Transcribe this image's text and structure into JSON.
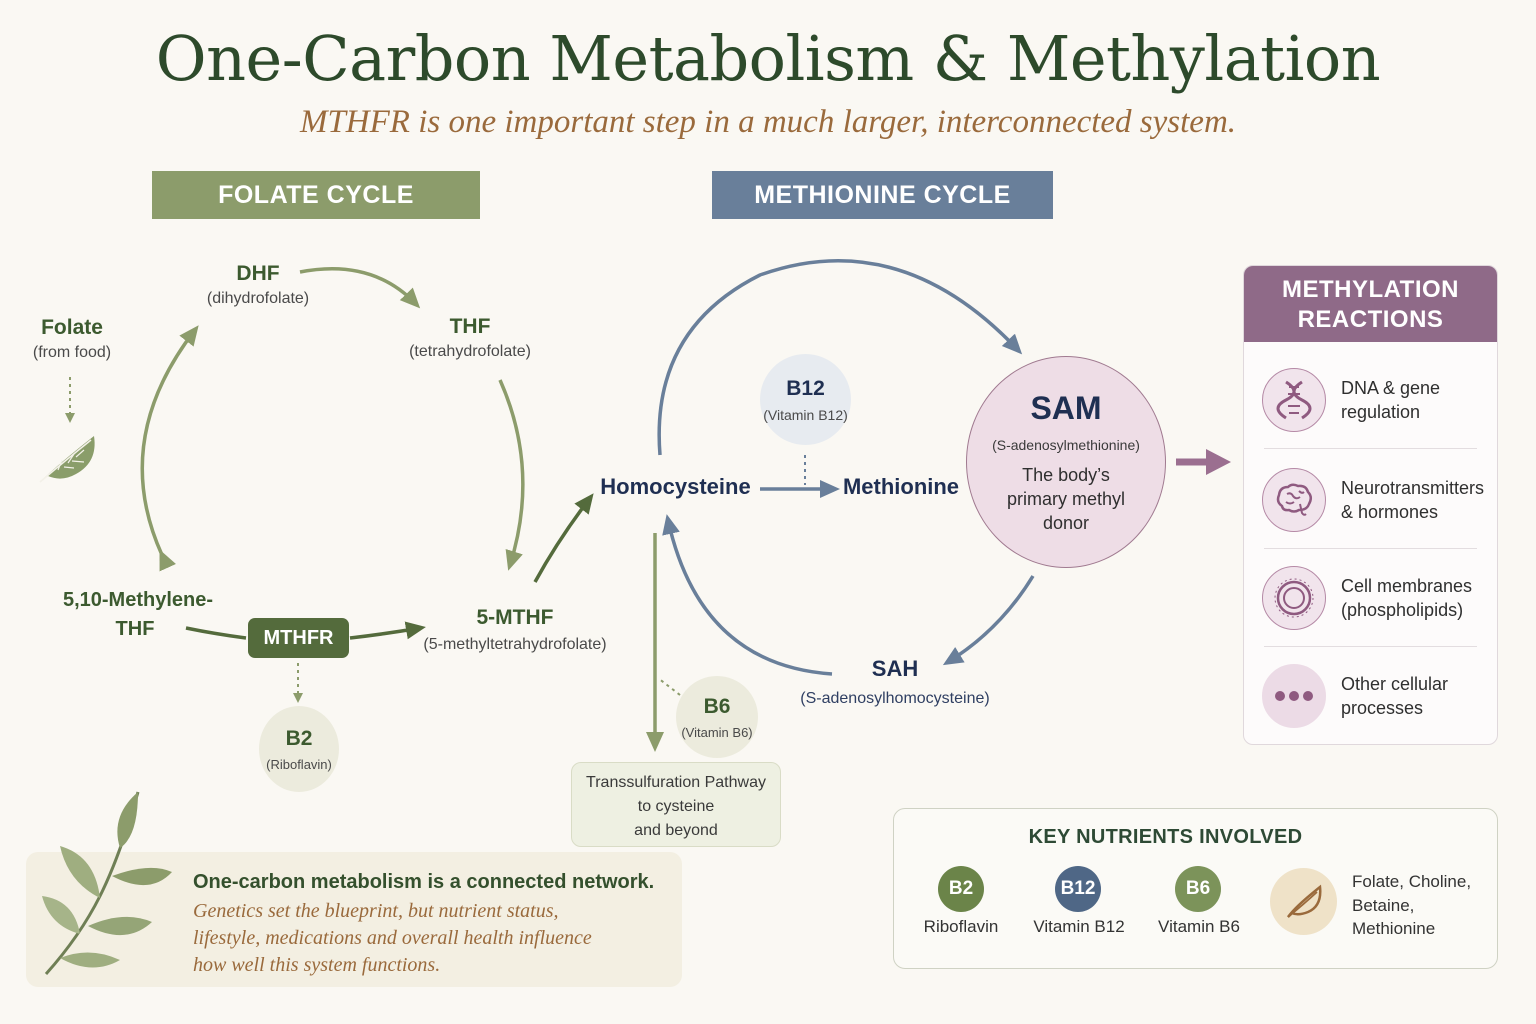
{
  "title": "One-Carbon Metabolism & Methylation",
  "subtitle": "MTHFR is one important step in a much larger, interconnected system.",
  "folate_cycle": {
    "banner": "FOLATE CYCLE",
    "folate": {
      "name": "Folate",
      "sub": "(from food)"
    },
    "dhf": {
      "name": "DHF",
      "sub": "(dihydrofolate)"
    },
    "thf": {
      "name": "THF",
      "sub": "(tetrahydrofolate)"
    },
    "methylene": {
      "line1": "5,10-Methylene-",
      "line2": "THF"
    },
    "mthfr": "MTHFR",
    "mthf": {
      "name": "5-MTHF",
      "sub": "(5-methyltetrahydrofolate)"
    },
    "b2": {
      "name": "B2",
      "sub": "(Riboflavin)"
    }
  },
  "methionine_cycle": {
    "banner": "METHIONINE CYCLE",
    "b12": {
      "name": "B12",
      "sub": "(Vitamin B12)"
    },
    "homocysteine": "Homocysteine",
    "methionine": "Methionine",
    "sam": {
      "name": "SAM",
      "sub": "(S-adenosylmethionine)",
      "desc_lines": [
        "The body’s",
        "primary methyl",
        "donor"
      ]
    },
    "sah": {
      "name": "SAH",
      "sub": "(S-adenosylhomocysteine)"
    },
    "b6": {
      "name": "B6",
      "sub": "(Vitamin B6)"
    },
    "transsulfuration": {
      "line1": "Transsulfuration Pathway",
      "line2": "to cysteine",
      "line3": "and beyond"
    }
  },
  "methylation_reactions": {
    "header_lines": [
      "METHYLATION",
      "REACTIONS"
    ],
    "items": [
      {
        "icon": "dna-icon",
        "lines": [
          "DNA & gene",
          "regulation"
        ]
      },
      {
        "icon": "brain-icon",
        "lines": [
          "Neurotransmitters",
          "& hormones"
        ]
      },
      {
        "icon": "cell-membrane-icon",
        "lines": [
          "Cell membranes",
          "(phospholipids)"
        ]
      },
      {
        "icon": "dots-icon",
        "lines": [
          "Other cellular",
          "processes"
        ]
      }
    ]
  },
  "note": {
    "heading": "One-carbon metabolism is a connected network.",
    "body_lines": [
      "Genetics set the blueprint, but nutrient status,",
      "lifestyle, medications and overall health influence",
      "how well this system functions."
    ]
  },
  "key_nutrients": {
    "title": "KEY NUTRIENTS INVOLVED",
    "items": [
      {
        "badge": "B2",
        "label": "Riboflavin",
        "color": "#6b8449"
      },
      {
        "badge": "B12",
        "label": "Vitamin B12",
        "color": "#4f6786"
      },
      {
        "badge": "B6",
        "label": "Vitamin B6",
        "color": "#7c935a"
      }
    ],
    "other_lines": [
      "Folate, Choline,",
      "Betaine,",
      "Methionine"
    ]
  },
  "colors": {
    "folate_green": "#8c9c6b",
    "dark_green": "#546b3c",
    "methionine_blue": "#697f9a",
    "methylation_purple": "#8f6a88"
  }
}
